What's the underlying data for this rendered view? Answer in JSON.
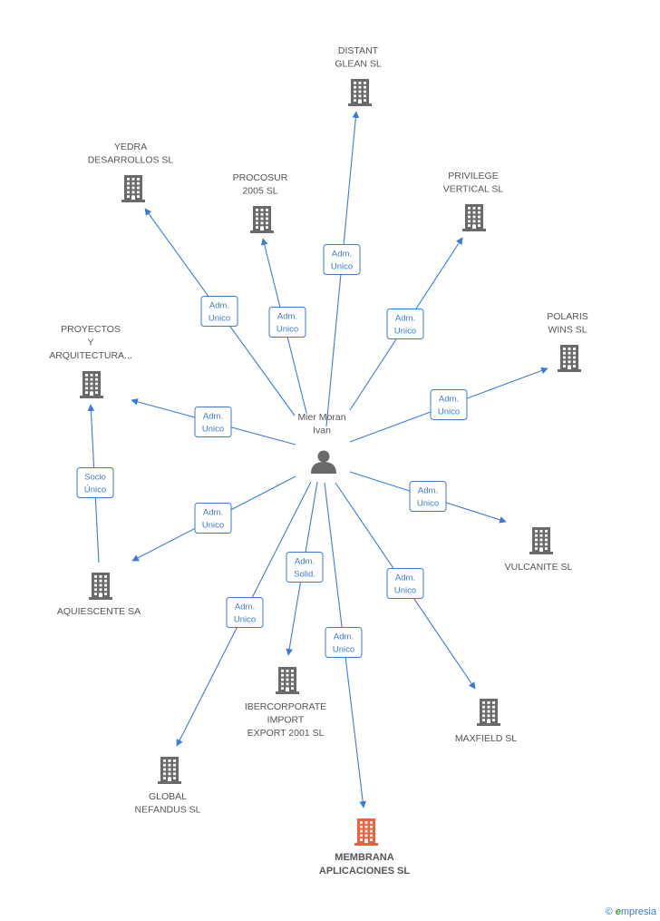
{
  "colors": {
    "edge": "#3a7bd5",
    "box_stroke": "#3a7bd5",
    "building": "#6a6a6a",
    "building_highlight": "#f0603a",
    "person": "#6a6a6a",
    "label": "#555555"
  },
  "center": {
    "id": "person",
    "icon": "person-icon",
    "label": [
      "Mier Moran",
      "Ivan"
    ]
  },
  "nodes": [
    {
      "id": "distant",
      "icon": "building-icon",
      "label": [
        "DISTANT",
        "GLEAN  SL"
      ]
    },
    {
      "id": "yedra",
      "icon": "building-icon",
      "label": [
        "YEDRA",
        "DESARROLLOS SL"
      ]
    },
    {
      "id": "procosur",
      "icon": "building-icon",
      "label": [
        "PROCOSUR",
        "2005 SL"
      ]
    },
    {
      "id": "privilege",
      "icon": "building-icon",
      "label": [
        "PRIVILEGE",
        "VERTICAL  SL"
      ]
    },
    {
      "id": "polaris",
      "icon": "building-icon",
      "label": [
        "POLARIS",
        "WINS  SL"
      ]
    },
    {
      "id": "proyectos",
      "icon": "building-icon",
      "label": [
        "PROYECTOS",
        "Y",
        "ARQUITECTURA..."
      ]
    },
    {
      "id": "vulcanite",
      "icon": "building-icon",
      "label": [
        "VULCANITE SL"
      ]
    },
    {
      "id": "aquiescente",
      "icon": "building-icon",
      "label": [
        "AQUIESCENTE SA"
      ]
    },
    {
      "id": "ibercorporate",
      "icon": "building-icon",
      "label": [
        "IBERCORPORATE",
        "IMPORT",
        "EXPORT 2001 SL"
      ]
    },
    {
      "id": "maxfield",
      "icon": "building-icon",
      "label": [
        "MAXFIELD SL"
      ]
    },
    {
      "id": "global",
      "icon": "building-icon",
      "label": [
        "GLOBAL",
        "NEFANDUS SL"
      ]
    },
    {
      "id": "membrana",
      "icon": "building-icon",
      "highlight": true,
      "label": [
        "MEMBRANA",
        "APLICACIONES SL"
      ]
    }
  ],
  "edges": [
    {
      "from": "person",
      "to": "distant",
      "label": [
        "Adm.",
        "Unico"
      ]
    },
    {
      "from": "person",
      "to": "yedra",
      "label": [
        "Adm.",
        "Unico"
      ]
    },
    {
      "from": "person",
      "to": "procosur",
      "label": [
        "Adm.",
        "Unico"
      ]
    },
    {
      "from": "person",
      "to": "privilege",
      "label": [
        "Adm.",
        "Unico"
      ]
    },
    {
      "from": "person",
      "to": "polaris",
      "label": [
        "Adm.",
        "Unico"
      ]
    },
    {
      "from": "person",
      "to": "proyectos",
      "label": [
        "Adm.",
        "Unico"
      ]
    },
    {
      "from": "aquiescente",
      "to": "proyectos",
      "label": [
        "Socio",
        "Único"
      ]
    },
    {
      "from": "person",
      "to": "aquiescente",
      "label": [
        "Adm.",
        "Unico"
      ]
    },
    {
      "from": "person",
      "to": "vulcanite",
      "label": [
        "Adm.",
        "Unico"
      ]
    },
    {
      "from": "person",
      "to": "ibercorporate",
      "label": [
        "Adm.",
        "Solid."
      ]
    },
    {
      "from": "person",
      "to": "maxfield",
      "label": [
        "Adm.",
        "Unico"
      ]
    },
    {
      "from": "person",
      "to": "global",
      "label": [
        "Adm.",
        "Unico"
      ]
    },
    {
      "from": "person",
      "to": "membrana",
      "label": [
        "Adm.",
        "Unico"
      ]
    }
  ],
  "footer": {
    "copyright": "©",
    "brand_initial": "e",
    "brand_rest": "mpresia"
  }
}
